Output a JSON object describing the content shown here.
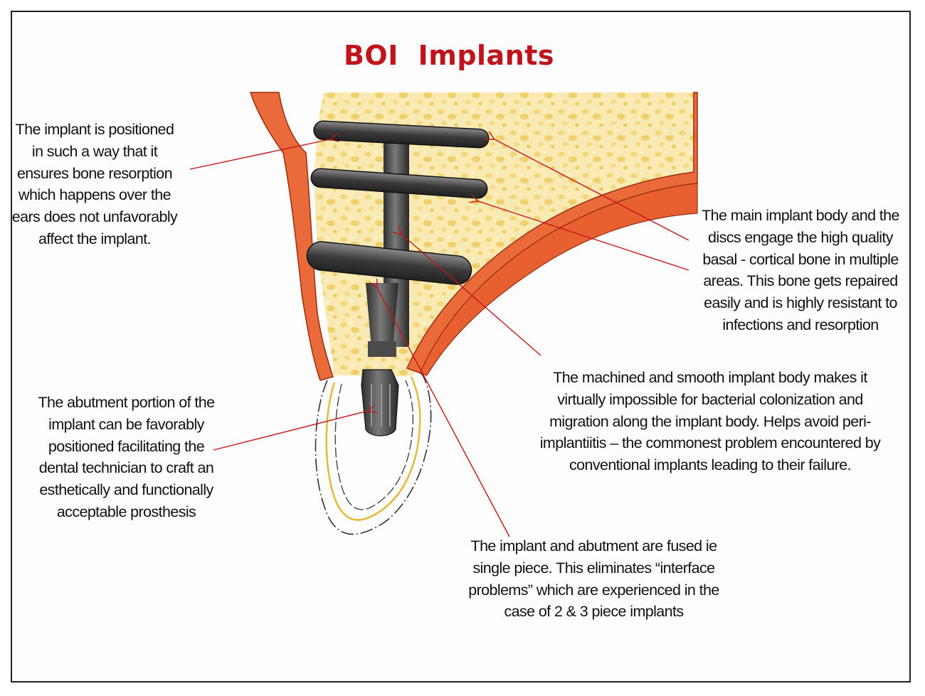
{
  "title": "BOI  Implants",
  "annotations": [
    {
      "id": "left-top",
      "text": "The implant is  positioned\nin such a way that it\nensures  bone resorption\nwhich happens over the\nears does not unfavorably\naffect the implant."
    },
    {
      "id": "right-top",
      "text": "The main implant body and the\ndiscs engage the high quality\nbasal - cortical bone in multiple\nareas. This bone gets repaired\neasily and is highly resistant to\ninfections and resorption"
    },
    {
      "id": "right-middle",
      "text": "The machined and smooth implant body makes it\nvirtually impossible for bacterial colonization and\nmigration along the implant body.  Helps avoid peri-\nimplantiitis – the commonest problem encountered by\nconventional implants leading to their failure."
    },
    {
      "id": "left-bottom",
      "text": "The abutment portion of the\nimplant  can be favorably\npositioned facilitating the\ndental technician to craft an\nesthetically and functionally\nacceptable prosthesis"
    },
    {
      "id": "bottom",
      "text": "The implant and abutment are fused ie\nsingle piece. This eliminates “interface\nproblems”  which are experienced in the\ncase of 2 & 3 piece implants"
    }
  ],
  "colors": {
    "title": "#c0141c",
    "cortical_bone": "#ea6a3a",
    "cortical_outline": "#9a2e10",
    "cancellous_bone": "#f7e6a6",
    "implant_metal": "#4a4a4a",
    "pointer_line": "#c81414",
    "crown_outline": "#333333"
  },
  "icons": {
    "implant": "boi-disc-implant",
    "pointer": "arrow-pointer"
  }
}
